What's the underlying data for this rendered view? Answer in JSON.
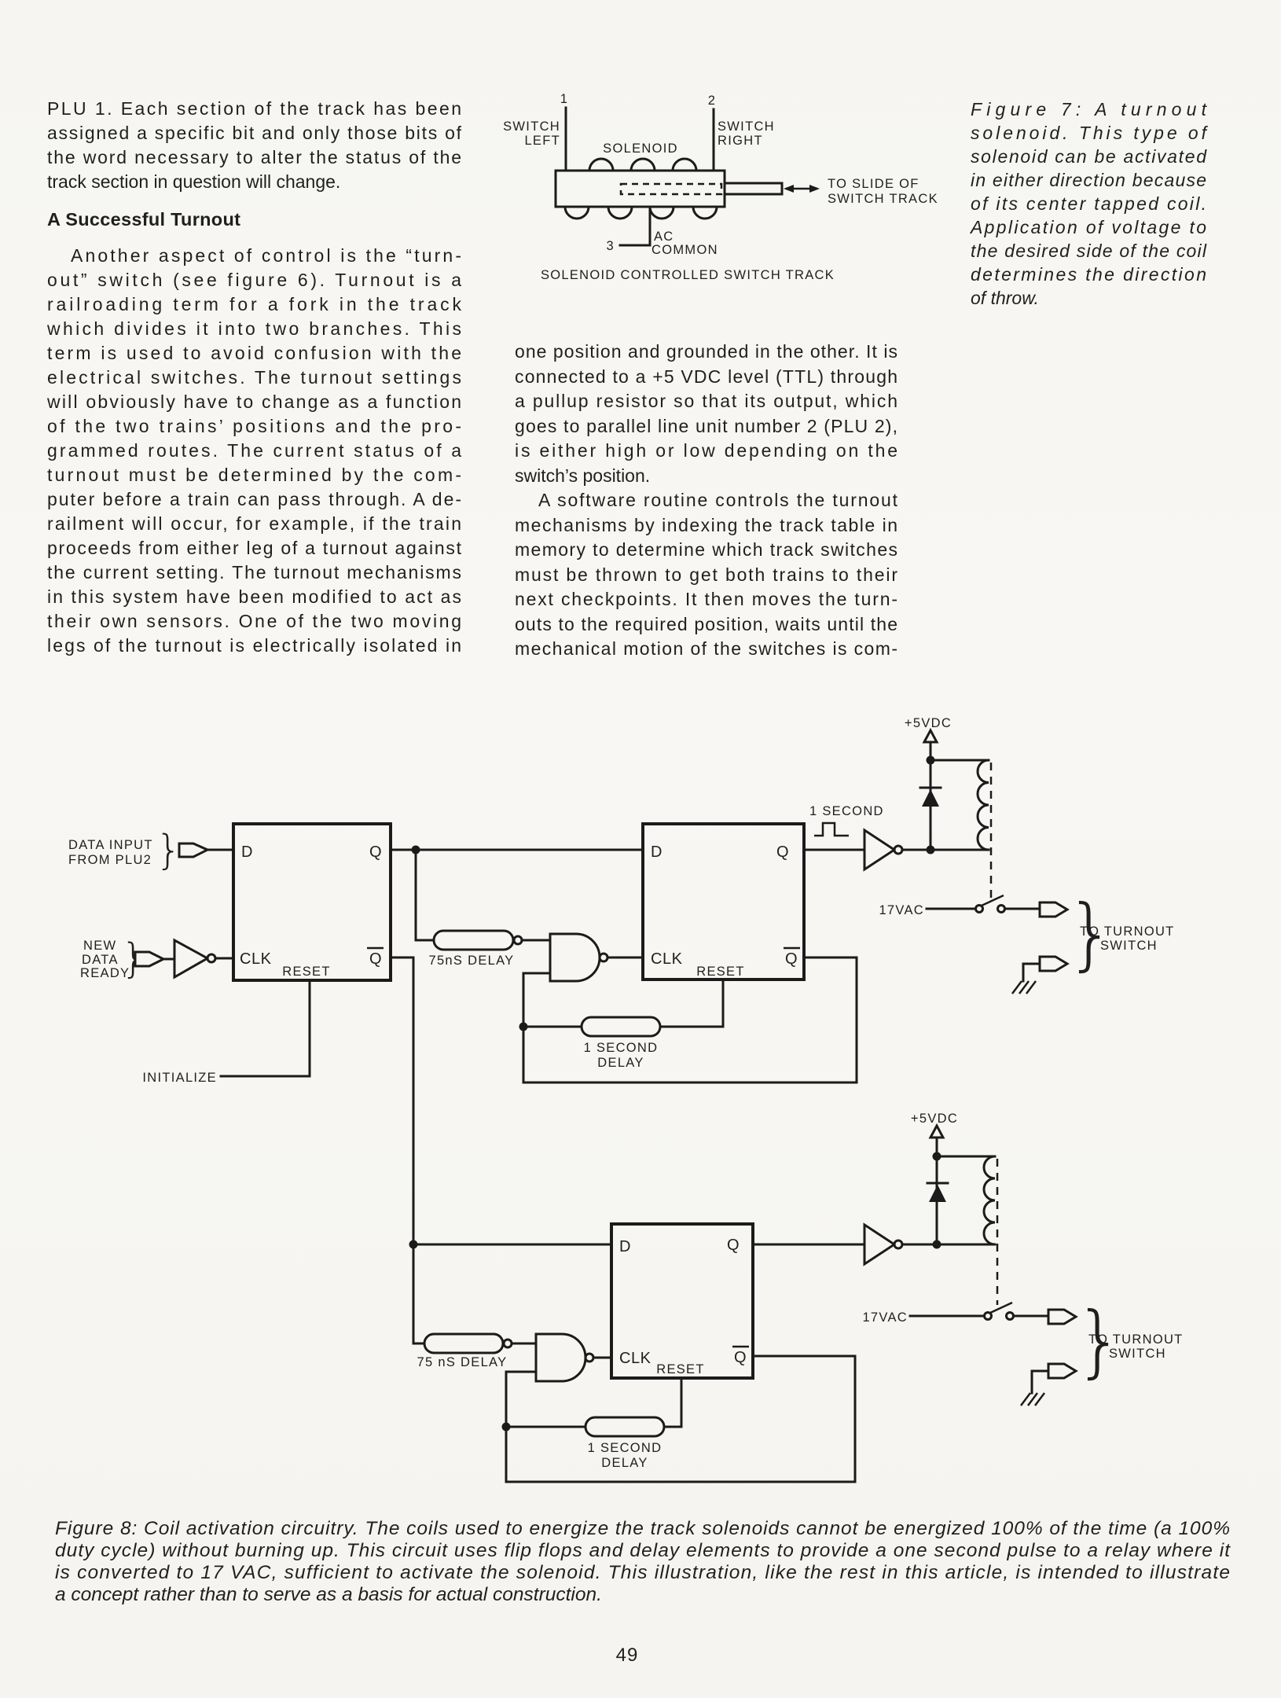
{
  "page": {
    "number": "49"
  },
  "article": {
    "col_left": {
      "para1": [
        "PLU 1. Each section of the track has been",
        "assigned a specific bit and only those bits of",
        "the word necessary to alter the status of the",
        "track section in question will change."
      ],
      "heading": "A Successful Turnout",
      "para2": [
        "Another aspect of control is the “turn-",
        "out” switch (see figure 6). Turnout is a",
        "railroading term for a fork in the track",
        "which divides it into two branches. This",
        "term is used to avoid confusion with the",
        "electrical switches. The turnout settings",
        "will obviously have to change as a function",
        "of the two trains’ positions and the pro-",
        "grammed routes. The current status of a",
        "turnout must be determined by the com-",
        "puter before a train can pass through. A de-",
        "railment will occur, for example, if the train",
        "proceeds from either leg of a turnout against",
        "the current setting. The turnout mechanisms",
        "in this system have been modified to act as",
        "their own sensors. One of the two moving",
        "legs of the turnout is electrically isolated in"
      ]
    },
    "col_mid": {
      "para1": [
        "one position and grounded in the other. It is",
        "connected to a +5 VDC level (TTL) through",
        "a pullup resistor so that its output, which",
        "goes to parallel line unit number 2 (PLU 2),",
        "is either high or low depending on the",
        "switch’s position."
      ],
      "para2": [
        "A software routine controls the turnout",
        "mechanisms by indexing the track table in",
        "memory to determine which track switches",
        "must be thrown to get both trains to their",
        "next checkpoints. It then moves the turn-",
        "outs to the required position, waits until the",
        "mechanical motion of the switches is com-"
      ]
    },
    "fig7_caption": [
      "Figure 7: A turnout",
      "solenoid. This type of",
      "solenoid can be activated",
      "in either direction because",
      "of its center tapped coil.",
      "Application of voltage to",
      "the desired side of the coil",
      "determines the direction",
      "of throw."
    ],
    "fig8_caption": [
      "Figure 8: Coil activation circuitry. The coils used to energize the track solenoids cannot be energized 100% of the time (a 100%",
      "duty cycle) without burning up. This circuit uses flip flops and delay elements to provide a one second pulse to a relay where it",
      "is converted to 17 VAC, sufficient to activate the solenoid. This illustration, like the rest in this article, is intended to illustrate",
      "a concept rather than to serve as a basis for actual construction."
    ]
  },
  "fig7": {
    "n1": "1",
    "n2": "2",
    "n3": "3",
    "switch_left_1": "SWITCH",
    "switch_left_2": "LEFT",
    "switch_right_1": "SWITCH",
    "switch_right_2": "RIGHT",
    "solenoid": "SOLENOID",
    "slide_1": "TO SLIDE OF",
    "slide_2": "SWITCH TRACK",
    "ac": "AC",
    "common": "COMMON",
    "title": "SOLENOID CONTROLLED SWITCH TRACK"
  },
  "fig8": {
    "labels": {
      "d": "D",
      "q": "Q",
      "clk": "CLK",
      "reset": "RESET",
      "data_input_1": "DATA INPUT",
      "data_input_2": "FROM PLU2",
      "new_1": "NEW",
      "new_2": "DATA",
      "new_3": "READY",
      "initialize": "INITIALIZE",
      "delay75": "75nS DELAY",
      "delay75_low": "75 nS DELAY",
      "pulse": "1 SECOND",
      "sec_delay_1": "1 SECOND",
      "sec_delay_2": "DELAY",
      "plus5": "+5VDC",
      "vac": "17VAC",
      "turnout_1": "TO TURNOUT",
      "turnout_2": "SWITCH",
      "brace": "}"
    }
  },
  "colors": {
    "ink": "#1b1b1b",
    "paper": "#f6f5f1"
  }
}
